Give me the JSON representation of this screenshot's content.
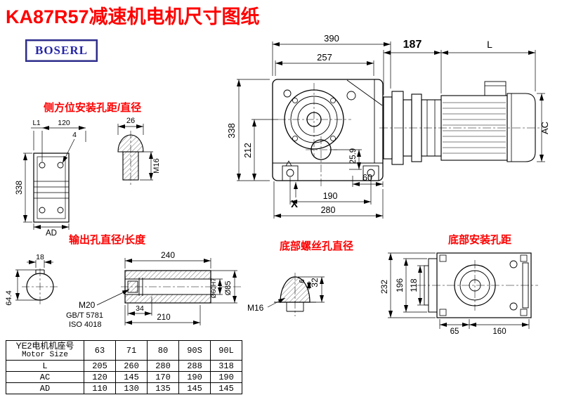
{
  "page": {
    "title": "KA87R57减速机电机尺寸图纸",
    "brand": "BOSERL"
  },
  "section_labels": {
    "side_mount": "侧方位安装孔距/直径",
    "output_hole": "输出孔直径/长度",
    "bottom_screw": "底部螺丝孔直径",
    "bottom_mount": "底部安装孔距"
  },
  "dims": {
    "main_view": {
      "total_width": "390",
      "flange_width": "257",
      "total_height": "338",
      "center_height": "212",
      "shaft_offset": "25.9",
      "foot_offset": "60",
      "foot_spacing": "190",
      "base_length": "280",
      "marker": "X"
    },
    "motor_view": {
      "adapter_length": "187",
      "length_label": "L",
      "diameter_label": "AC"
    },
    "side_view": {
      "l1": "L1",
      "hole_spacing": "120",
      "hole_count": "4",
      "height": "338",
      "ad": "AD",
      "bolt_head": "26",
      "thread": "M16"
    },
    "output_view": {
      "key_width": "18",
      "key_height": "64.4",
      "total_length": "240",
      "thread": "M20",
      "standard_gb": "GB/T 5781",
      "standard_iso": "ISO 4018",
      "step_length": "34",
      "hub_length": "210",
      "bore_dia": "Ø60H7",
      "hub_dia": "Ø85"
    },
    "screw_view": {
      "depth": "32",
      "small_dim": "6",
      "thread": "M16"
    },
    "bottom_view": {
      "overall": "232",
      "inner": "196",
      "hole_span": "118",
      "edge_offset": "65",
      "hole_spacing": "160"
    }
  },
  "table": {
    "header": {
      "line1": "YE2电机机座号",
      "line2": "Motor Size"
    },
    "columns": [
      "63",
      "71",
      "80",
      "90S",
      "90L"
    ],
    "rows": [
      {
        "label": "L",
        "values": [
          "205",
          "260",
          "280",
          "288",
          "318"
        ]
      },
      {
        "label": "AC",
        "values": [
          "120",
          "145",
          "170",
          "190",
          "190"
        ]
      },
      {
        "label": "AD",
        "values": [
          "110",
          "130",
          "135",
          "145",
          "145"
        ]
      }
    ]
  },
  "colors": {
    "accent_red": "#fe0000",
    "brand_blue": "#2525a8",
    "line": "#000000"
  }
}
